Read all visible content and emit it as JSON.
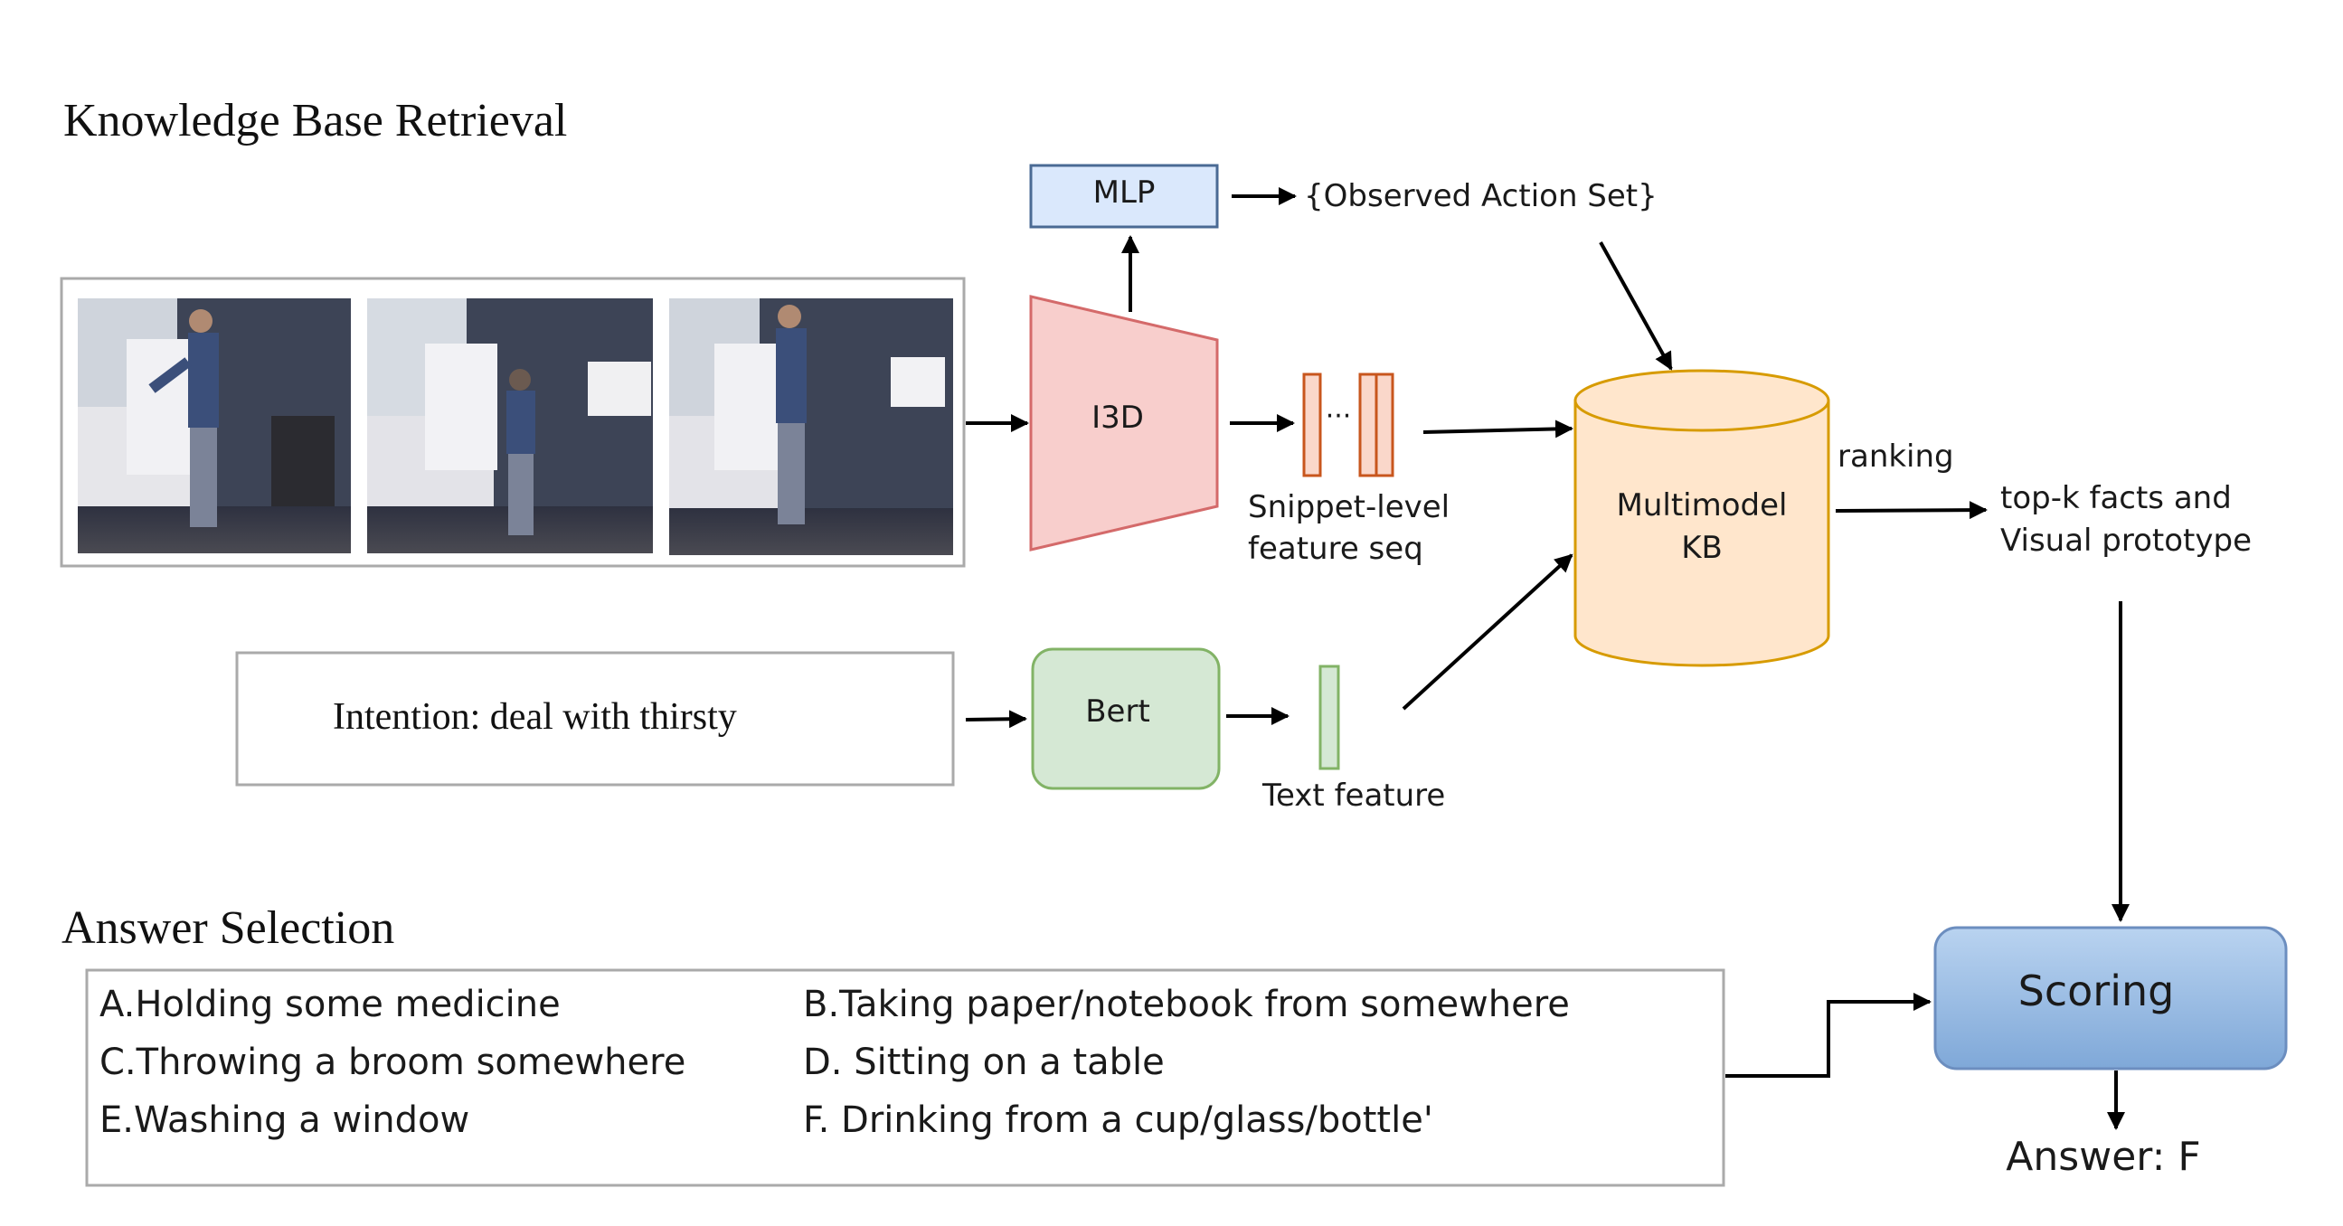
{
  "sections": {
    "kb_title": "Knowledge Base Retrieval",
    "answer_title": "Answer Selection"
  },
  "nodes": {
    "mlp": "MLP",
    "observed_action_set": "{Observed Action Set}",
    "i3d": "I3D",
    "snippet_dots": "···",
    "snippet_label_line1": "Snippet-level",
    "snippet_label_line2": "feature seq",
    "kb_line1": "Multimodel",
    "kb_line2": "KB",
    "ranking": "ranking",
    "topk_line1": "top-k facts and",
    "topk_line2": "Visual prototype",
    "intention": "Intention: deal with thirsty",
    "bert": "Bert",
    "text_feature": "Text feature",
    "scoring": "Scoring",
    "answer": "Answer: F"
  },
  "options": [
    {
      "text": "A.Holding some medicine",
      "color": "#1a1a1a"
    },
    {
      "text": "B.Taking paper/notebook from somewhere",
      "color": "#1a1a1a"
    },
    {
      "text": "C.Throwing a broom somewhere",
      "color": "#1a1a1a"
    },
    {
      "text": "D. Sitting on a table",
      "color": "#1a1a1a"
    },
    {
      "text": "E.Washing a window",
      "color": "#1a1a1a"
    },
    {
      "text": "F. Drinking from a cup/glass/bottle'",
      "color": "#e8161b"
    }
  ],
  "colors": {
    "mlp_fill": "#dae8fc",
    "mlp_stroke": "#4a6a94",
    "i3d_fill": "#f8cecc",
    "i3d_stroke": "#d46a6a",
    "snippet_fill": "#fad7ca",
    "snippet_stroke": "#c8561d",
    "kb_fill": "#ffe6cc",
    "kb_stroke": "#d79b00",
    "bert_fill": "#d5e8d4",
    "bert_stroke": "#82b366",
    "scoring_fill": "#9ec1e6",
    "scoring_stroke": "#6c8ebf",
    "correct_answer": "#e8161b"
  }
}
